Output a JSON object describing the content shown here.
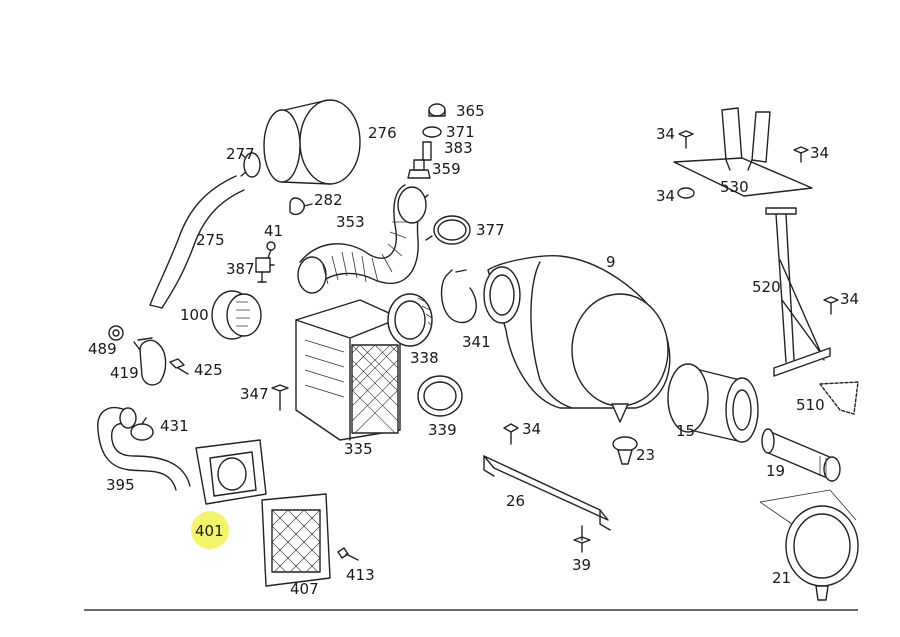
{
  "callouts": {
    "c365": "365",
    "c371": "371",
    "c383": "383",
    "c359": "359",
    "c276": "276",
    "c277": "277",
    "c282": "282",
    "c353": "353",
    "c377": "377",
    "c275": "275",
    "c41": "41",
    "c387": "387",
    "c9": "9",
    "c100": "100",
    "c341": "341",
    "c338": "338",
    "c489": "489",
    "c419": "419",
    "c425": "425",
    "c347": "347",
    "c335": "335",
    "c339": "339",
    "c431": "431",
    "c395": "395",
    "c401": "401",
    "c407": "407",
    "c413": "413",
    "c26": "26",
    "c39": "39",
    "c23": "23",
    "c15": "15",
    "c19": "19",
    "c21": "21",
    "c530": "530",
    "c520": "520",
    "c510": "510",
    "c34a": "34",
    "c34b": "34",
    "c34c": "34",
    "c34d": "34",
    "c34e": "34"
  },
  "highlight": {
    "callout": "401",
    "color": "#f2f23a"
  }
}
